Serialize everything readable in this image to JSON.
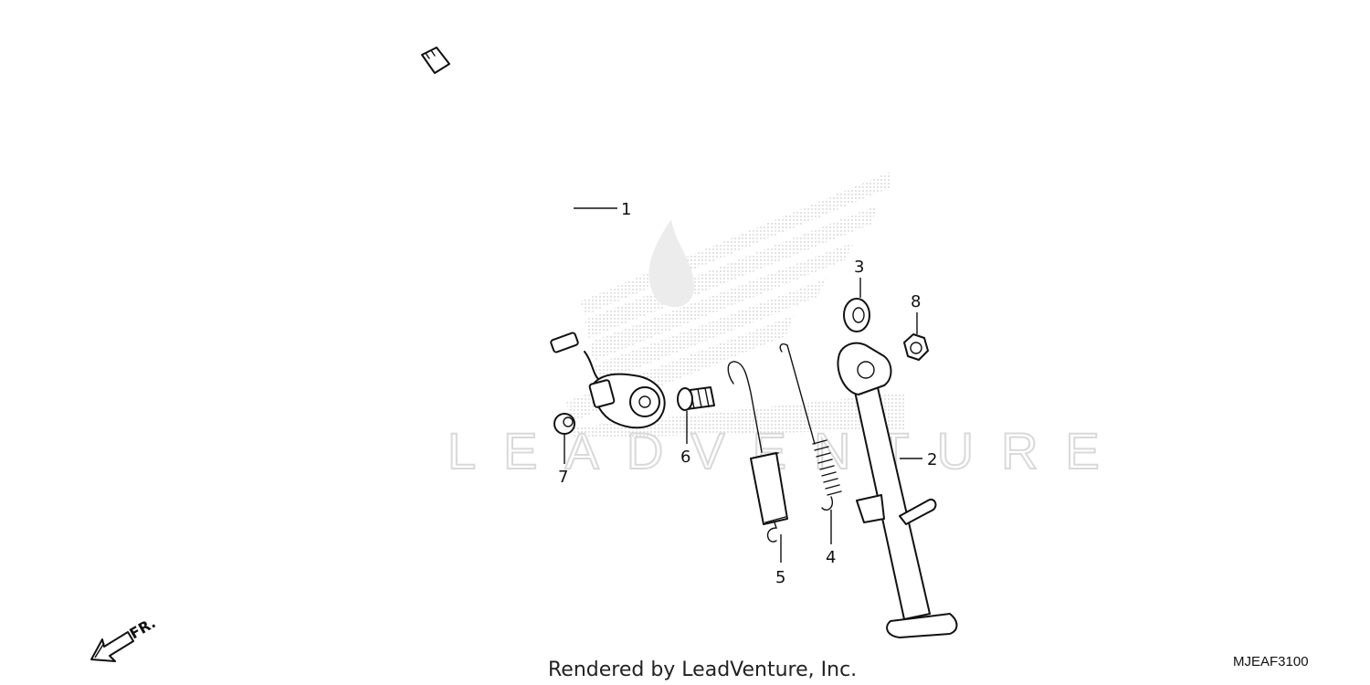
{
  "diagram": {
    "callouts": [
      "1",
      "2",
      "3",
      "4",
      "5",
      "6",
      "7",
      "8"
    ],
    "front_arrow_label": "FR.",
    "watermark": "LEADVENTURE",
    "credit": "Rendered by LeadVenture, Inc.",
    "diagram_code": "MJEAF3100"
  }
}
